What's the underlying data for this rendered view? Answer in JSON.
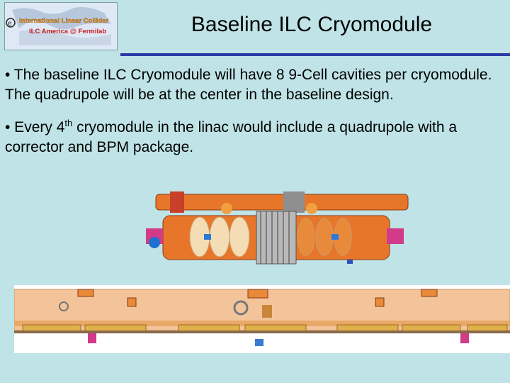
{
  "logo": {
    "line1": "International Linear Collider",
    "line2": "ILC America @ Fermilab"
  },
  "slide": {
    "title": "Baseline ILC Cryomodule",
    "bullets": [
      {
        "prefix": "• The baseline ILC Cryomodule will have 8 9-Cell cavities per cryomodule. The quadrupole will be at the center in the baseline design."
      },
      {
        "prefix": "• Every 4",
        "sup": "th",
        "suffix": " cryomodule in the linac would include a quadrupole with a corrector and BPM package."
      }
    ]
  },
  "colors": {
    "background": "#bfe3e6",
    "title_rule": "#2b3aa8",
    "vessel": "#e8762a",
    "cavity": "#f4dcb4"
  },
  "figures": {
    "cutaway": "cryomodule-cutaway-illustration",
    "side_view": "cryomodule-side-view-illustration"
  }
}
